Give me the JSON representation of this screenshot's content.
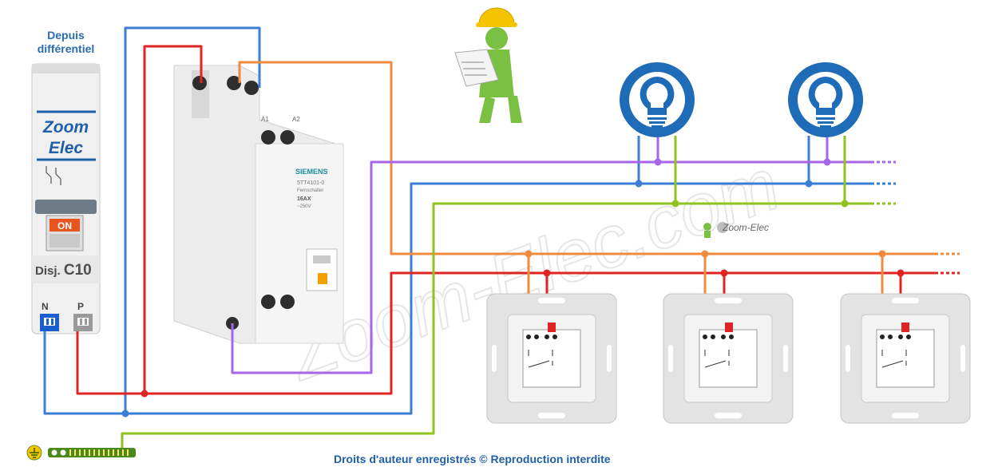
{
  "labels": {
    "source_line1": "Depuis",
    "source_line2": "différentiel",
    "brand_line1": "Zoom",
    "brand_line2": "Elec",
    "on_label": "ON",
    "breaker_prefix": "Disj.",
    "breaker_rating": "C10",
    "neutral_label": "N",
    "phase_label": "P",
    "relay_brand": "SIEMENS",
    "relay_model": "5TT4101-0",
    "relay_type": "Fernschalter",
    "relay_current": "16AX",
    "relay_voltage": "~250V",
    "terminal_a1": "A1",
    "terminal_a2": "A2",
    "brand_tag": "Zoom-Elec",
    "watermark": "Zoom-Elec.com",
    "footer": "Droits d'auteur enregistrés © Reproduction interdite"
  },
  "colors": {
    "neutral_wire": "#3a7fd5",
    "phase_wire": "#e02424",
    "return_wire": "#f08a3c",
    "switched_wire": "#a865e8",
    "earth_wire": "#8fc31f",
    "title_blue": "#2b6cb0",
    "lamp_blue": "#1e6bb8"
  },
  "icons": {
    "lamp": "light-bulb-icon",
    "worker": "worker-reading-plan-icon",
    "earth": "earth-ground-icon"
  }
}
